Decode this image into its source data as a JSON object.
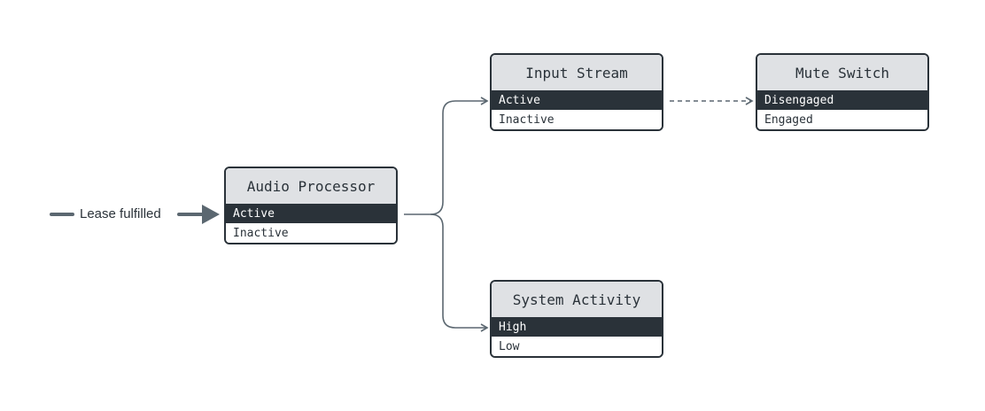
{
  "entry": {
    "label": "Lease fulfilled"
  },
  "nodes": {
    "audio_processor": {
      "title": "Audio Processor",
      "states": [
        "Active",
        "Inactive"
      ],
      "active_state": "Active"
    },
    "input_stream": {
      "title": "Input Stream",
      "states": [
        "Active",
        "Inactive"
      ],
      "active_state": "Active"
    },
    "system_activity": {
      "title": "System Activity",
      "states": [
        "High",
        "Low"
      ],
      "active_state": "High"
    },
    "mute_switch": {
      "title": "Mute Switch",
      "states": [
        "Disengaged",
        "Engaged"
      ],
      "active_state": "Disengaged"
    }
  },
  "edges": [
    {
      "from": "entry",
      "to": "audio_processor",
      "style": "solid-thick"
    },
    {
      "from": "audio_processor",
      "to": "input_stream",
      "style": "solid"
    },
    {
      "from": "audio_processor",
      "to": "system_activity",
      "style": "solid"
    },
    {
      "from": "input_stream",
      "to": "mute_switch",
      "style": "dashed"
    }
  ],
  "colors": {
    "dark": "#2a3239",
    "header": "#dfe1e4",
    "edge": "#5b6770"
  }
}
